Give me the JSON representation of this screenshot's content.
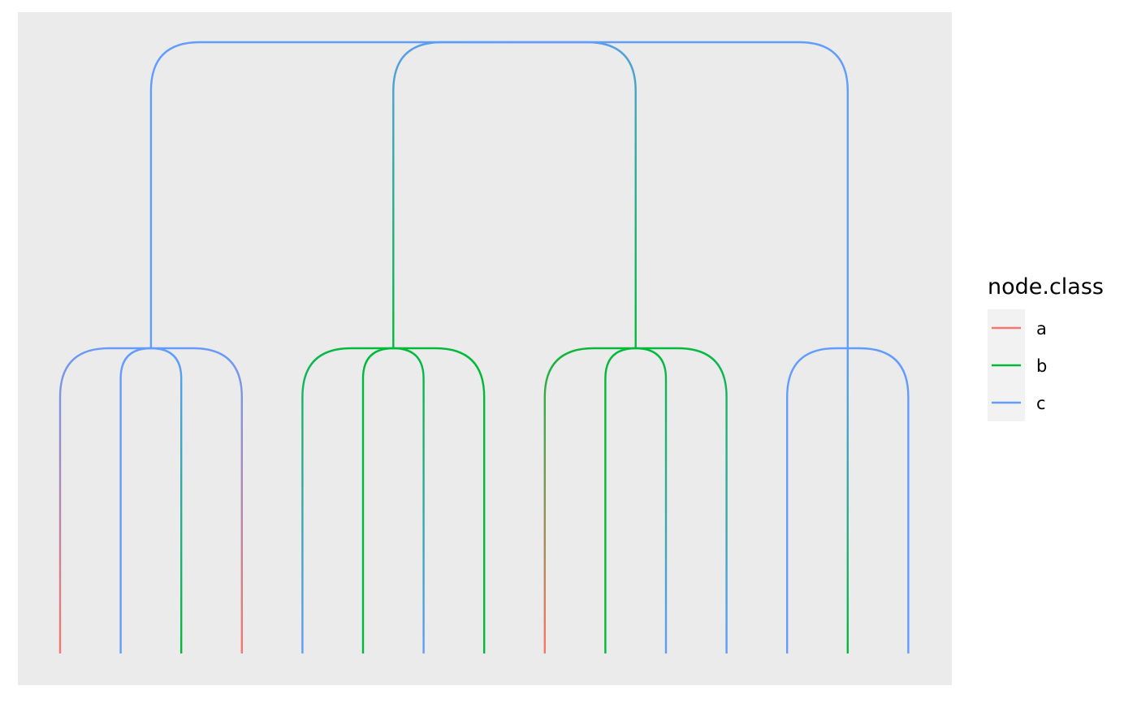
{
  "legend": {
    "title": "node.class",
    "items": [
      {
        "label": "a",
        "color": "#F8766D"
      },
      {
        "label": "b",
        "color": "#00BA38"
      },
      {
        "label": "c",
        "color": "#619CFF"
      }
    ]
  },
  "colors": {
    "panel": "#EBEBEB",
    "legend_key_bg": "#F2F2F2",
    "a": "#F8766D",
    "b": "#00BA38",
    "c": "#619CFF"
  },
  "diagram": {
    "type": "dendrogram",
    "edge_style": "elbow-curved",
    "root": {
      "class": "c"
    },
    "groups": [
      {
        "class": "c",
        "leaves": [
          "a",
          "c",
          "b",
          "a"
        ]
      },
      {
        "class": "b",
        "leaves": [
          "c",
          "b",
          "c",
          "b"
        ]
      },
      {
        "class": "b",
        "leaves": [
          "a",
          "b",
          "c",
          "c"
        ]
      },
      {
        "class": "c",
        "leaves": [
          "c",
          "b",
          "c"
        ]
      }
    ]
  }
}
